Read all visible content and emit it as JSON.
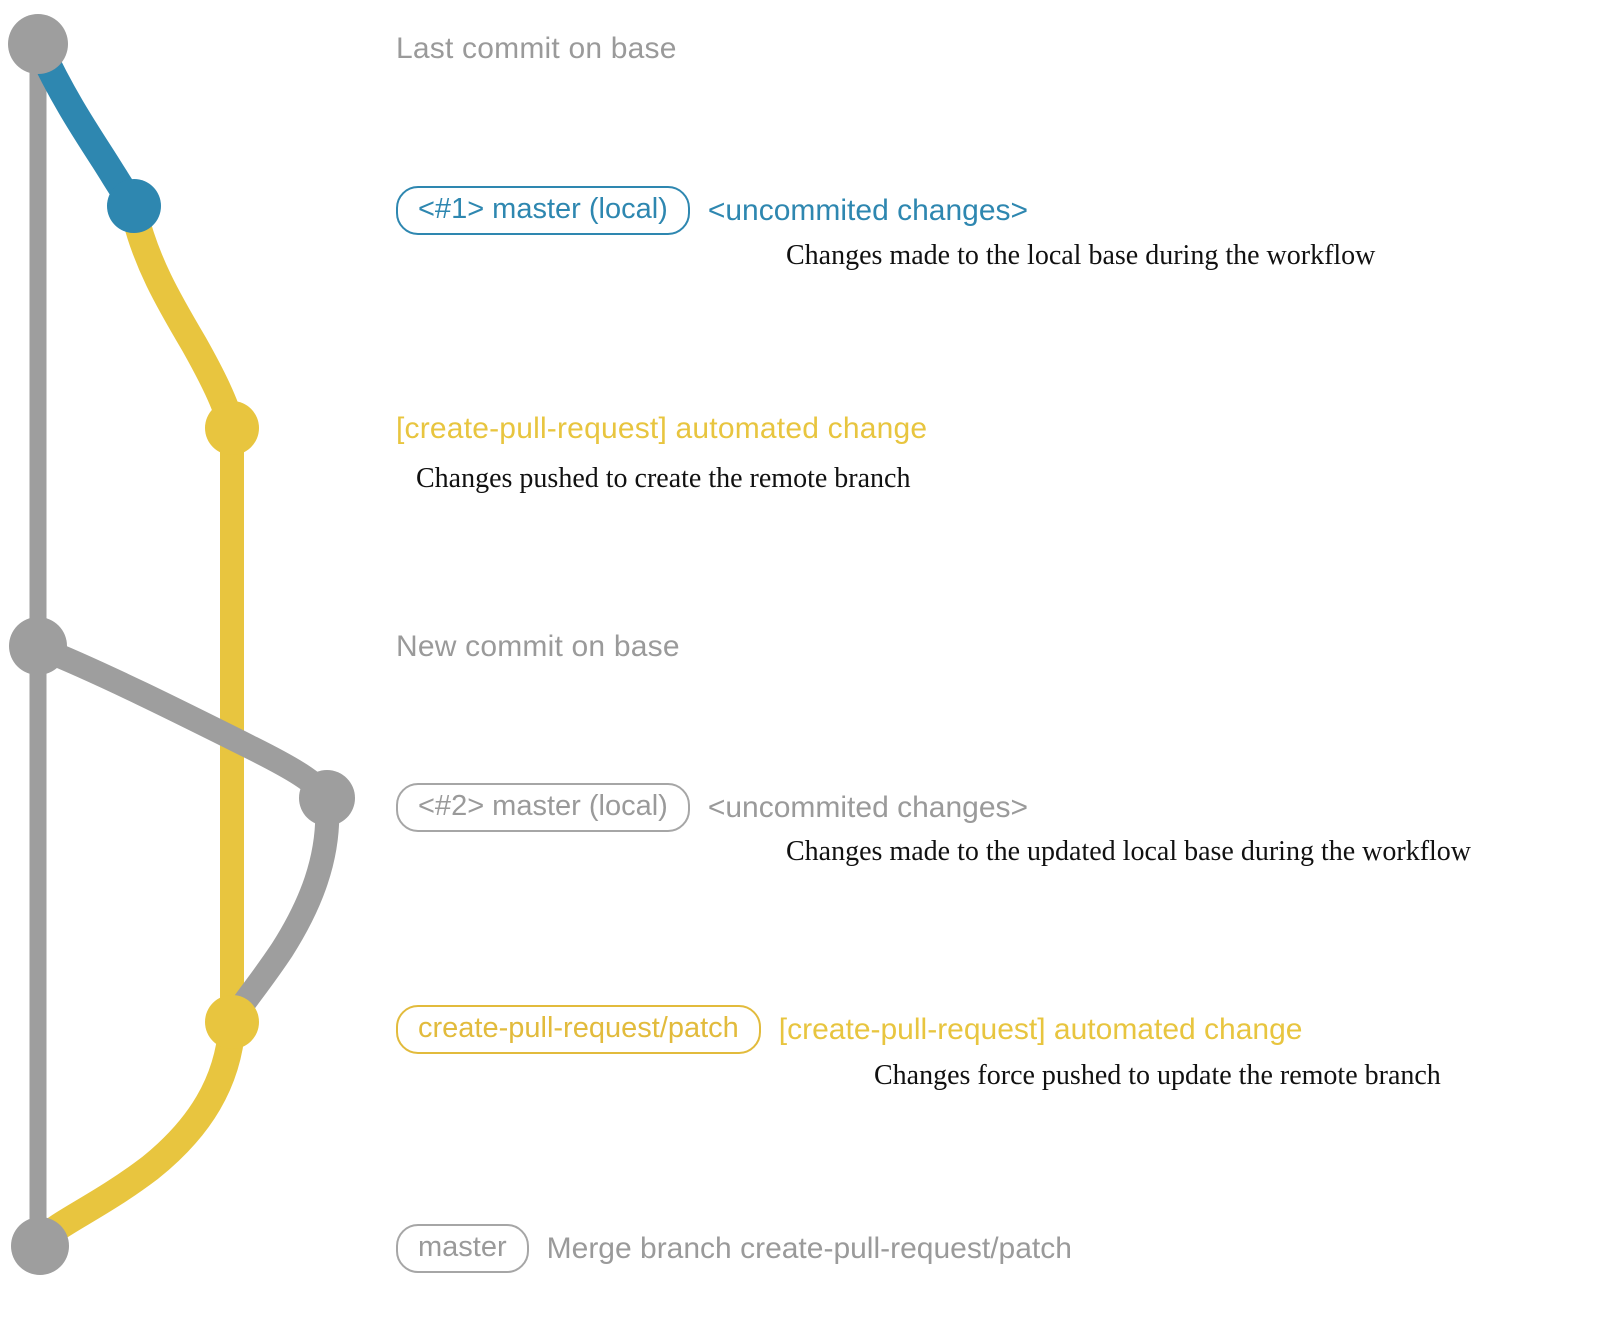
{
  "diagram": {
    "kind": "git-commit-graph",
    "colors": {
      "base_gray": "#9e9e9e",
      "local_blue": "#2e87b0",
      "patch_yellow": "#e8c53f",
      "description_text": "#111111",
      "background": "#ffffff"
    }
  },
  "entries": [
    {
      "id": "last-commit-on-base",
      "chip": null,
      "message": "Last commit on base",
      "message_color": "gray",
      "description": null
    },
    {
      "id": "master-local-1",
      "chip": "<#1> master (local)",
      "chip_color": "blue",
      "message": "<uncommited changes>",
      "message_color": "blue",
      "description": "Changes made to the local base during the workflow"
    },
    {
      "id": "automated-change-1",
      "chip": null,
      "message": "[create-pull-request] automated change",
      "message_color": "yellow",
      "description": "Changes pushed to create the remote branch"
    },
    {
      "id": "new-commit-on-base",
      "chip": null,
      "message": "New commit on base",
      "message_color": "gray",
      "description": null
    },
    {
      "id": "master-local-2",
      "chip": "<#2> master (local)",
      "chip_color": "gray",
      "message": "<uncommited changes>",
      "message_color": "gray",
      "description": "Changes made to the updated local base during the workflow"
    },
    {
      "id": "automated-change-2",
      "chip": "create-pull-request/patch",
      "chip_color": "yellow",
      "message": "[create-pull-request] automated change",
      "message_color": "yellow",
      "description": "Changes force pushed to update the remote branch"
    },
    {
      "id": "merge-commit",
      "chip": "master",
      "chip_color": "gray",
      "message": "Merge branch create-pull-request/patch",
      "message_color": "gray",
      "description": null
    }
  ]
}
